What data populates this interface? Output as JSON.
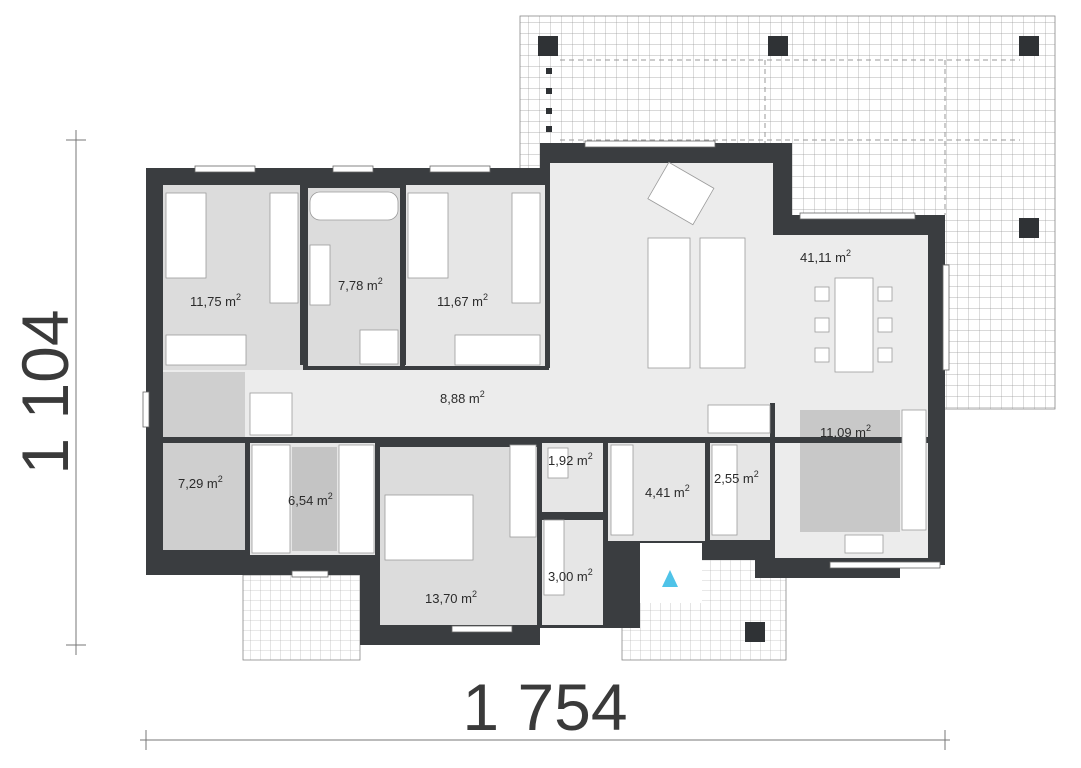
{
  "dimensions": {
    "width_label": "1 754",
    "height_label": "1 104"
  },
  "rooms": {
    "bedroom_left": {
      "value": "11,75 m",
      "unit_sup": "2"
    },
    "bathroom": {
      "value": "7,78 m",
      "unit_sup": "2"
    },
    "bedroom_mid": {
      "value": "11,67 m",
      "unit_sup": "2"
    },
    "living_dining": {
      "value": "41,11 m",
      "unit_sup": "2"
    },
    "hallway": {
      "value": "8,88 m",
      "unit_sup": "2"
    },
    "garage_room": {
      "value": "7,29 m",
      "unit_sup": "2"
    },
    "closet": {
      "value": "6,54 m",
      "unit_sup": "2"
    },
    "wc": {
      "value": "1,92 m",
      "unit_sup": "2"
    },
    "entrance": {
      "value": "4,41 m",
      "unit_sup": "2"
    },
    "storage": {
      "value": "2,55 m",
      "unit_sup": "2"
    },
    "kitchen": {
      "value": "11,09 m",
      "unit_sup": "2"
    },
    "wardrobe": {
      "value": "3,00 m",
      "unit_sup": "2"
    },
    "master_bedroom": {
      "value": "13,70 m",
      "unit_sup": "2"
    }
  },
  "colors": {
    "wall": "#3a3d40",
    "floor": "#e8e8e8",
    "furniture": "#d0d0d0",
    "terrace_grid": "#9a9a9a",
    "entrance_marker": "#4fc3e8"
  }
}
